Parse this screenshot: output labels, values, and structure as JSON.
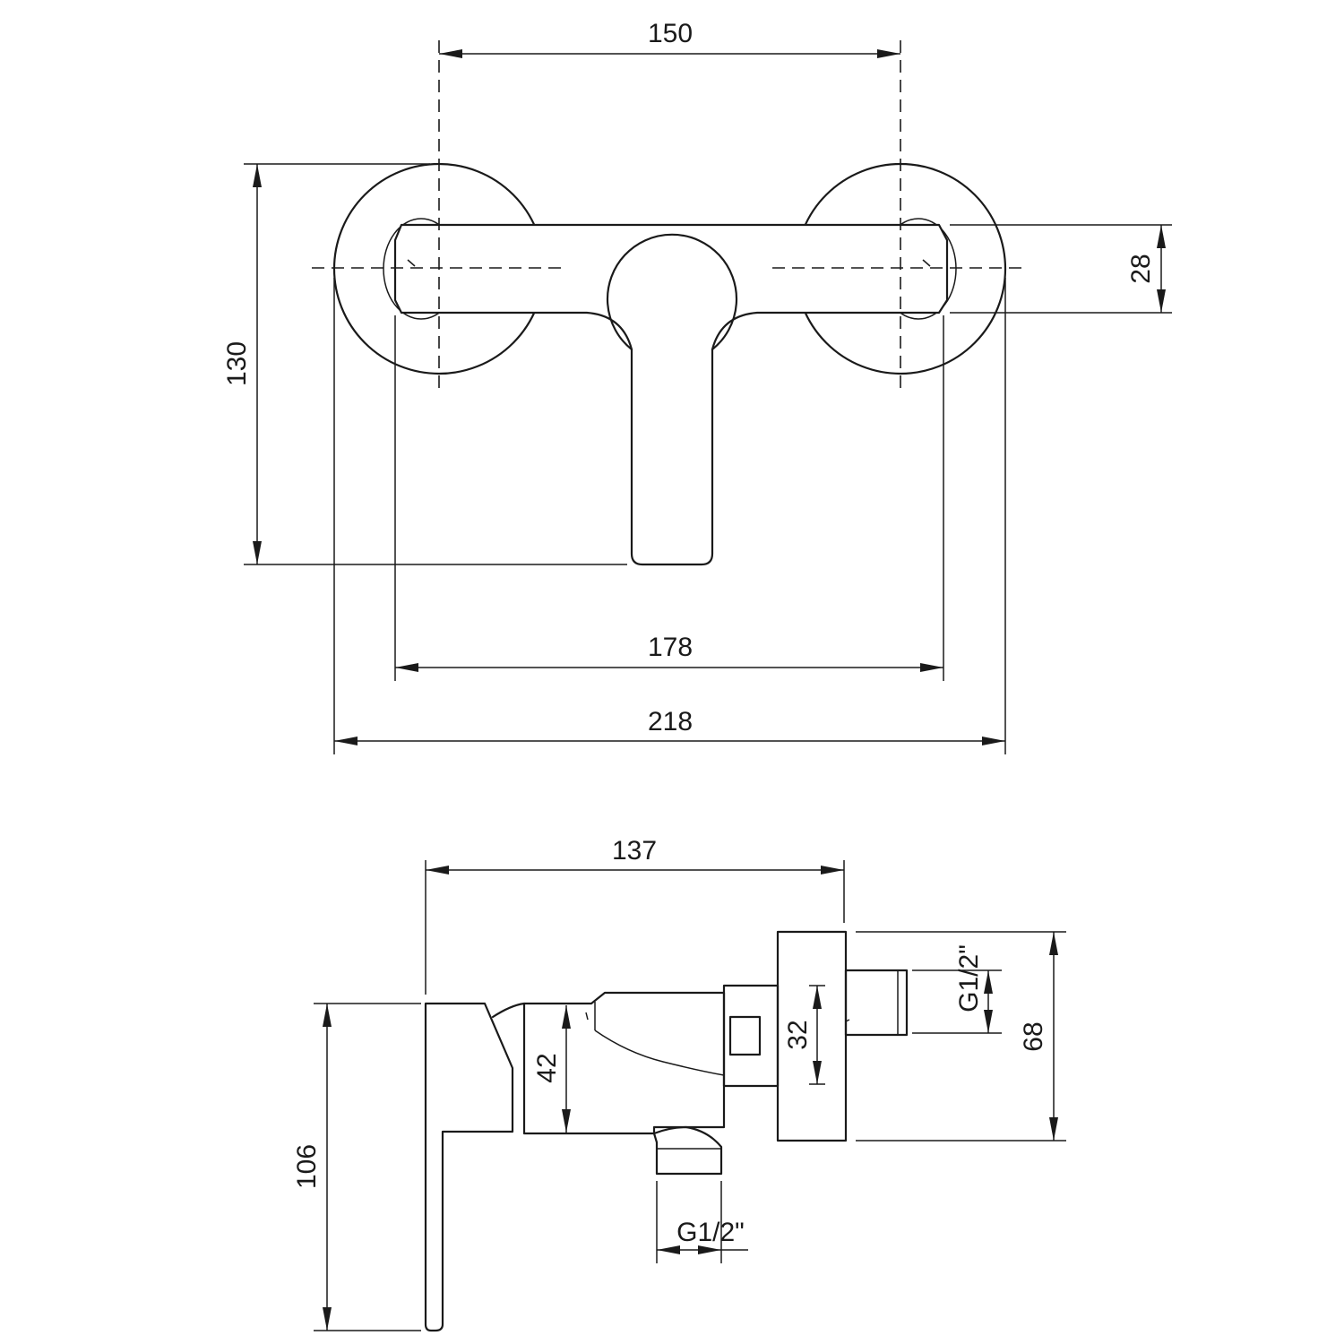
{
  "front_view": {
    "dim_center_distance": "150",
    "dim_height": "130",
    "dim_body_height": "28",
    "dim_body_width": "178",
    "dim_overall_width": "218"
  },
  "side_view": {
    "dim_depth": "137",
    "dim_lever_height": "106",
    "dim_body_height": "42",
    "dim_eccentric_height": "32",
    "dim_wall_flange_height": "68",
    "thread_inlet": "G1/2\"",
    "thread_outlet": "G1/2\""
  }
}
